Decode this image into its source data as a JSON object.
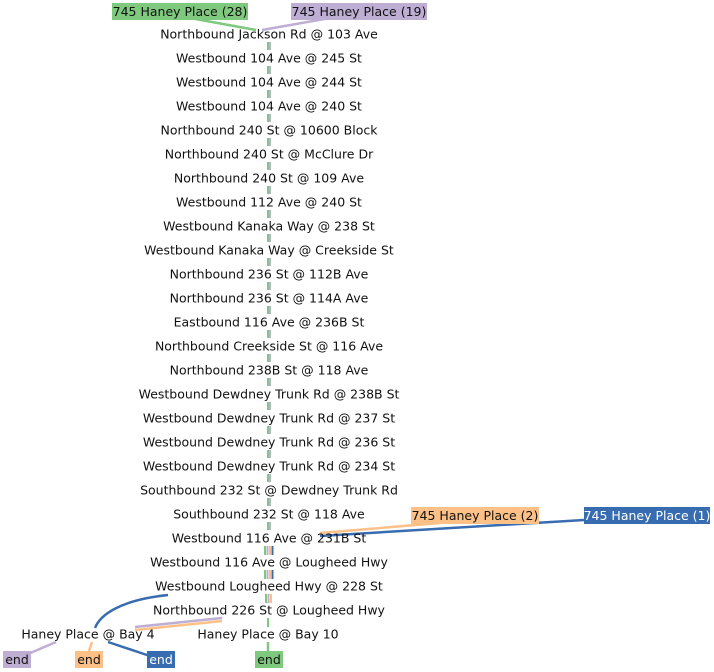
{
  "stops": [
    "Northbound Jackson Rd @ 103 Ave",
    "Westbound 104 Ave @ 245 St",
    "Westbound 104 Ave @ 244 St",
    "Westbound 104 Ave @ 240 St",
    "Northbound 240 St @ 10600 Block",
    "Northbound 240 St @ McClure Dr",
    "Northbound 240 St @ 109 Ave",
    "Westbound 112 Ave @ 240 St",
    "Westbound Kanaka Way @ 238 St",
    "Westbound Kanaka Way @ Creekside St",
    "Northbound 236 St @ 112B Ave",
    "Northbound 236 St @ 114A Ave",
    "Eastbound 116 Ave @ 236B St",
    "Northbound Creekside St @ 116 Ave",
    "Northbound 238B St @ 118 Ave",
    "Westbound Dewdney Trunk Rd @ 238B St",
    "Westbound Dewdney Trunk Rd @ 237 St",
    "Westbound Dewdney Trunk Rd @ 236 St",
    "Westbound Dewdney Trunk Rd @ 234 St",
    "Southbound 232 St @ Dewdney Trunk Rd",
    "Southbound 232 St @ 118 Ave",
    "Westbound 116 Ave @ 231B St",
    "Westbound 116 Ave @ Lougheed Hwy",
    "Westbound Lougheed Hwy @ 228 St",
    "Northbound 226 St @ Lougheed Hwy",
    "Haney Place @ Bay 4",
    "Haney Place @ Bay 10"
  ],
  "routes": [
    {
      "label": "745 Haney Place (28)",
      "color": "#7fc97f",
      "text_color": "#111111",
      "end_label": "end"
    },
    {
      "label": "745 Haney Place (19)",
      "color": "#beaed4",
      "text_color": "#111111",
      "end_label": "end"
    },
    {
      "label": "745 Haney Place (2)",
      "color": "#fdc086",
      "text_color": "#111111",
      "end_label": "end"
    },
    {
      "label": "745 Haney Place (1)",
      "color": "#386cb0",
      "text_color": "#ffffff",
      "end_label": "end"
    }
  ]
}
